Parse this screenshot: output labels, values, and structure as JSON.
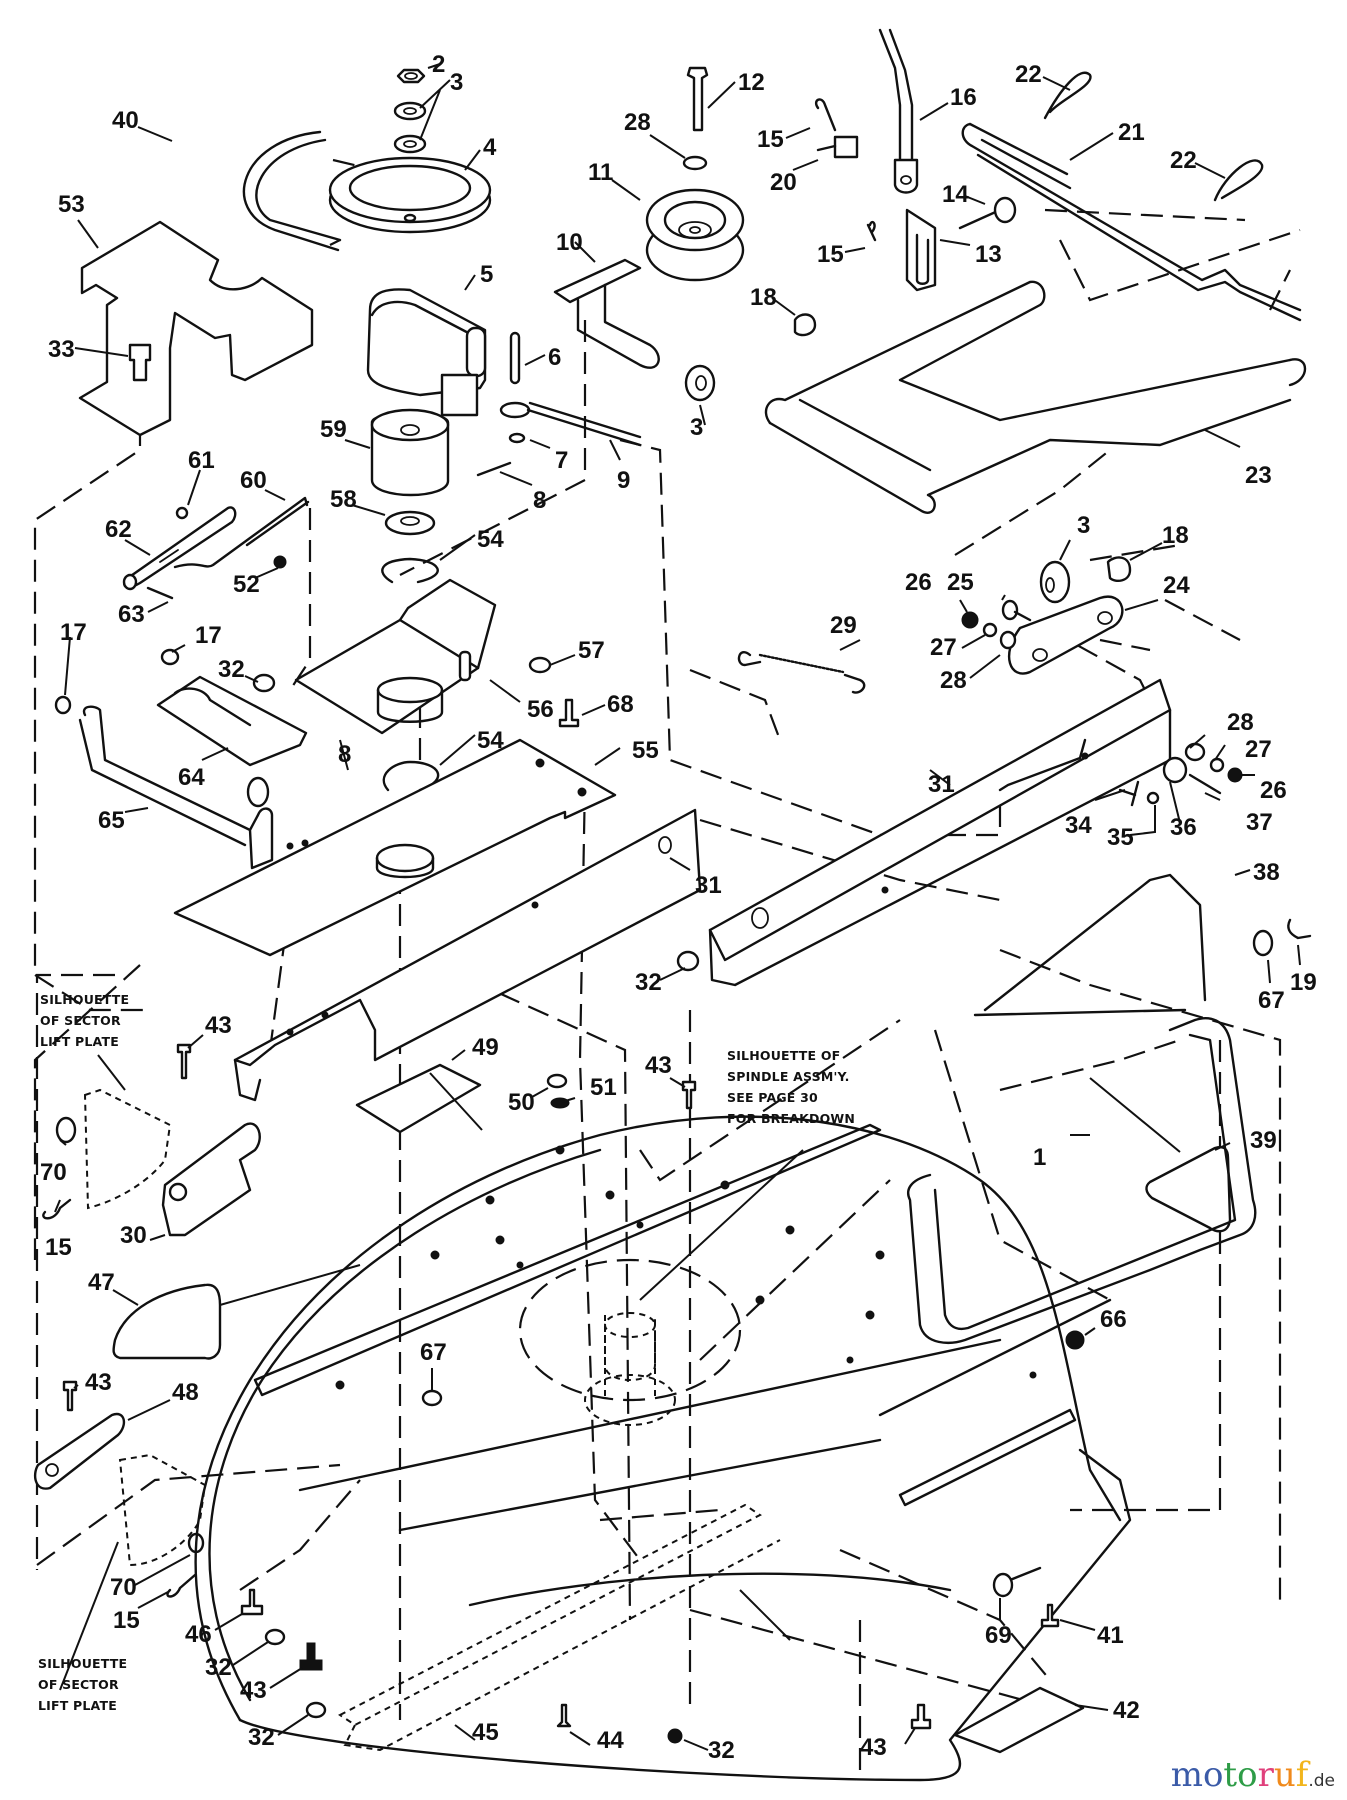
{
  "diagram": {
    "type": "exploded-parts-diagram",
    "subject": "mower deck assembly",
    "callouts": [
      {
        "id": "c2",
        "label": "2"
      },
      {
        "id": "c3a",
        "label": "3"
      },
      {
        "id": "c4",
        "label": "4"
      },
      {
        "id": "c40",
        "label": "40"
      },
      {
        "id": "c53",
        "label": "53"
      },
      {
        "id": "c33",
        "label": "33"
      },
      {
        "id": "c5",
        "label": "5"
      },
      {
        "id": "c6",
        "label": "6"
      },
      {
        "id": "c7",
        "label": "7"
      },
      {
        "id": "c8a",
        "label": "8"
      },
      {
        "id": "c9",
        "label": "9"
      },
      {
        "id": "c59",
        "label": "59"
      },
      {
        "id": "c58",
        "label": "58"
      },
      {
        "id": "c54a",
        "label": "54"
      },
      {
        "id": "c54b",
        "label": "54"
      },
      {
        "id": "c56",
        "label": "56"
      },
      {
        "id": "c57",
        "label": "57"
      },
      {
        "id": "c68",
        "label": "68"
      },
      {
        "id": "c55",
        "label": "55"
      },
      {
        "id": "c31a",
        "label": "31"
      },
      {
        "id": "c31b",
        "label": "31"
      },
      {
        "id": "c12",
        "label": "12"
      },
      {
        "id": "c28a",
        "label": "28"
      },
      {
        "id": "c11",
        "label": "11"
      },
      {
        "id": "c10",
        "label": "10"
      },
      {
        "id": "c18a",
        "label": "18"
      },
      {
        "id": "c3b",
        "label": "3"
      },
      {
        "id": "c15a",
        "label": "15"
      },
      {
        "id": "c20",
        "label": "20"
      },
      {
        "id": "c15b",
        "label": "15"
      },
      {
        "id": "c16",
        "label": "16"
      },
      {
        "id": "c14",
        "label": "14"
      },
      {
        "id": "c13",
        "label": "13"
      },
      {
        "id": "c22a",
        "label": "22"
      },
      {
        "id": "c22b",
        "label": "22"
      },
      {
        "id": "c21",
        "label": "21"
      },
      {
        "id": "c23",
        "label": "23"
      },
      {
        "id": "c3c",
        "label": "3"
      },
      {
        "id": "c18b",
        "label": "18"
      },
      {
        "id": "c24",
        "label": "24"
      },
      {
        "id": "c25",
        "label": "25"
      },
      {
        "id": "c26a",
        "label": "26"
      },
      {
        "id": "c27a",
        "label": "27"
      },
      {
        "id": "c28b",
        "label": "28"
      },
      {
        "id": "c29",
        "label": "29"
      },
      {
        "id": "c28c",
        "label": "28"
      },
      {
        "id": "c27b",
        "label": "27"
      },
      {
        "id": "c26b",
        "label": "26"
      },
      {
        "id": "c37",
        "label": "37"
      },
      {
        "id": "c36",
        "label": "36"
      },
      {
        "id": "c35",
        "label": "35"
      },
      {
        "id": "c34",
        "label": "34"
      },
      {
        "id": "c61",
        "label": "61"
      },
      {
        "id": "c60",
        "label": "60"
      },
      {
        "id": "c62",
        "label": "62"
      },
      {
        "id": "c52",
        "label": "52"
      },
      {
        "id": "c63",
        "label": "63"
      },
      {
        "id": "c17a",
        "label": "17"
      },
      {
        "id": "c17b",
        "label": "17"
      },
      {
        "id": "c32a",
        "label": "32"
      },
      {
        "id": "c8b",
        "label": "8"
      },
      {
        "id": "c64",
        "label": "64"
      },
      {
        "id": "c65",
        "label": "65"
      },
      {
        "id": "c38",
        "label": "38"
      },
      {
        "id": "c19",
        "label": "19"
      },
      {
        "id": "c67a",
        "label": "67"
      },
      {
        "id": "c39",
        "label": "39"
      },
      {
        "id": "c32b",
        "label": "32"
      },
      {
        "id": "c43a",
        "label": "43"
      },
      {
        "id": "c49",
        "label": "49"
      },
      {
        "id": "c50",
        "label": "50"
      },
      {
        "id": "c51",
        "label": "51"
      },
      {
        "id": "c43b",
        "label": "43"
      },
      {
        "id": "c70a",
        "label": "70"
      },
      {
        "id": "c15c",
        "label": "15"
      },
      {
        "id": "c30",
        "label": "30"
      },
      {
        "id": "c47",
        "label": "47"
      },
      {
        "id": "c1",
        "label": "1"
      },
      {
        "id": "c66",
        "label": "66"
      },
      {
        "id": "c43c",
        "label": "43"
      },
      {
        "id": "c48",
        "label": "48"
      },
      {
        "id": "c67b",
        "label": "67"
      },
      {
        "id": "c70b",
        "label": "70"
      },
      {
        "id": "c15d",
        "label": "15"
      },
      {
        "id": "c46",
        "label": "46"
      },
      {
        "id": "c32c",
        "label": "32"
      },
      {
        "id": "c43d",
        "label": "43"
      },
      {
        "id": "c32d",
        "label": "32"
      },
      {
        "id": "c45",
        "label": "45"
      },
      {
        "id": "c44",
        "label": "44"
      },
      {
        "id": "c32e",
        "label": "32"
      },
      {
        "id": "c43e",
        "label": "43"
      },
      {
        "id": "c69",
        "label": "69"
      },
      {
        "id": "c41",
        "label": "41"
      },
      {
        "id": "c42",
        "label": "42"
      }
    ],
    "notes": {
      "sector_top": [
        "SILHOUETTE",
        "OF SECTOR",
        "LIFT PLATE"
      ],
      "sector_bottom": [
        "SILHOUETTE",
        "OF SECTOR",
        "LIFT PLATE"
      ],
      "spindle": [
        "SILHOUETTE OF",
        "SPINDLE ASSM'Y.",
        "SEE PAGE  30",
        "FOR BREAKDOWN"
      ]
    }
  },
  "watermark": {
    "letters": [
      {
        "ch": "m",
        "color": "#3b5ba8"
      },
      {
        "ch": "o",
        "color": "#3b5ba8"
      },
      {
        "ch": "t",
        "color": "#2e9c47"
      },
      {
        "ch": "o",
        "color": "#2e9c47"
      },
      {
        "ch": "r",
        "color": "#e0407c"
      },
      {
        "ch": "u",
        "color": "#f08a1c"
      },
      {
        "ch": "f",
        "color": "#f2b51c"
      }
    ],
    "suffix": ".de"
  }
}
